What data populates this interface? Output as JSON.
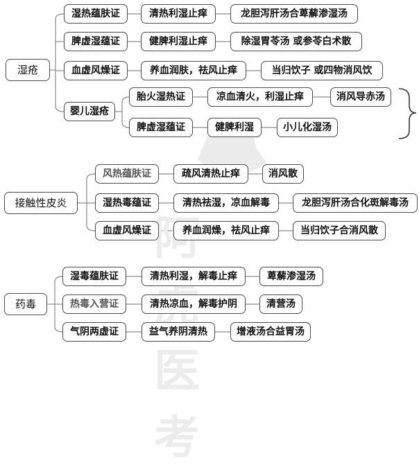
{
  "groups": [
    {
      "root": "湿疮",
      "rows": [
        [
          "湿热蕴肤证",
          "清热利湿止痒",
          "龙胆泻肝汤合萆薢渗湿汤"
        ],
        [
          "脾虚湿蕴证",
          "健脾利湿止痒",
          "除湿胃苓汤  或参苓白术散"
        ],
        [
          "血虚风燥证",
          "养血润肤，祛风止痒",
          "当归饮子  或四物消风饮"
        ]
      ],
      "sub": {
        "label": "婴儿湿疮",
        "rows": [
          [
            "胎火湿热证",
            "凉血清火，利湿止痒",
            "消风导赤汤"
          ],
          [
            "脾虚湿蕴证",
            "健脾利湿",
            "小儿化湿汤"
          ]
        ]
      }
    },
    {
      "root": "接触性皮炎",
      "rows": [
        [
          "风热蕴肤证",
          "疏风清热止痒",
          "消风散"
        ],
        [
          "湿热毒蕴证",
          "清热祛湿，凉血解毒",
          "龙胆泻肝汤合化斑解毒汤"
        ],
        [
          "血虚风燥证",
          "养血润燥，祛风止痒",
          "当归饮子合消风散"
        ]
      ]
    },
    {
      "root": "药毒",
      "rows": [
        [
          "湿毒蕴肤证",
          "清热利湿，解毒止痒",
          "萆薢渗湿汤"
        ],
        [
          "热毒入营证",
          "清热凉血，解毒护阴",
          "清营汤"
        ],
        [
          "气阴两虚证",
          "益气养阴清热",
          "增液汤合益胃汤"
        ]
      ]
    }
  ],
  "watermark": "阿虎医考",
  "colors": {
    "border": "#4a4a4a",
    "line": "#8a8a8a",
    "watermark": "#e6e6e6"
  }
}
